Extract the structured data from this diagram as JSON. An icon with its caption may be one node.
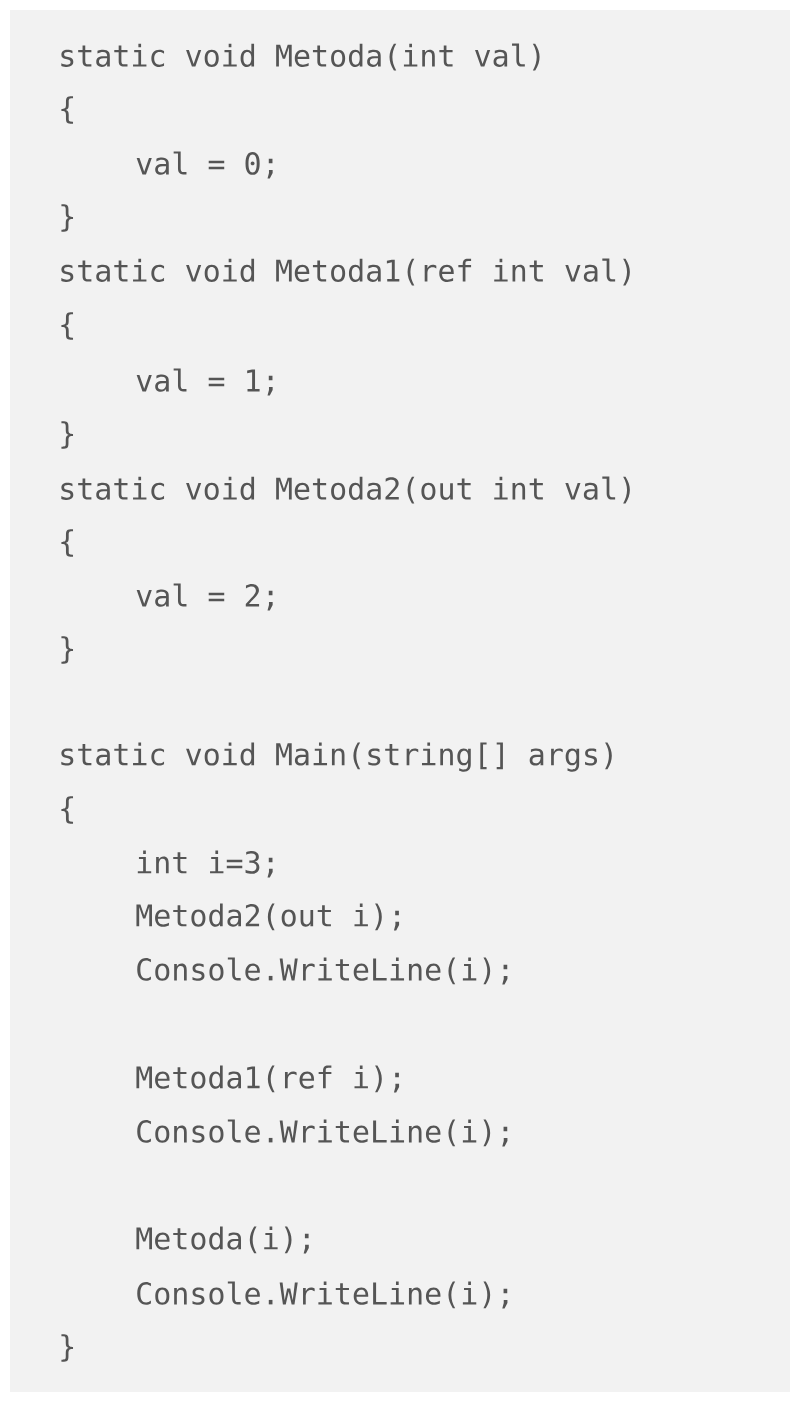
{
  "diagram": {
    "labels": [
      "static void Metoda(int val)",
      "{",
      "val = 0;",
      "}",
      "static void Metoda1(ref int val)",
      "{",
      "val = 1;",
      "}",
      "static void Metoda2(out int val)",
      "{",
      "val = 2;",
      "}",
      "static void Main(string[] args)",
      "{",
      "int i=3;",
      "Metoda2(out i);",
      "Console.WriteLine(i);",
      "Metoda1(ref i);",
      "Console.WriteLine(i);",
      "Metoda(i);",
      "Console.WriteLine(i);",
      "}"
    ]
  }
}
